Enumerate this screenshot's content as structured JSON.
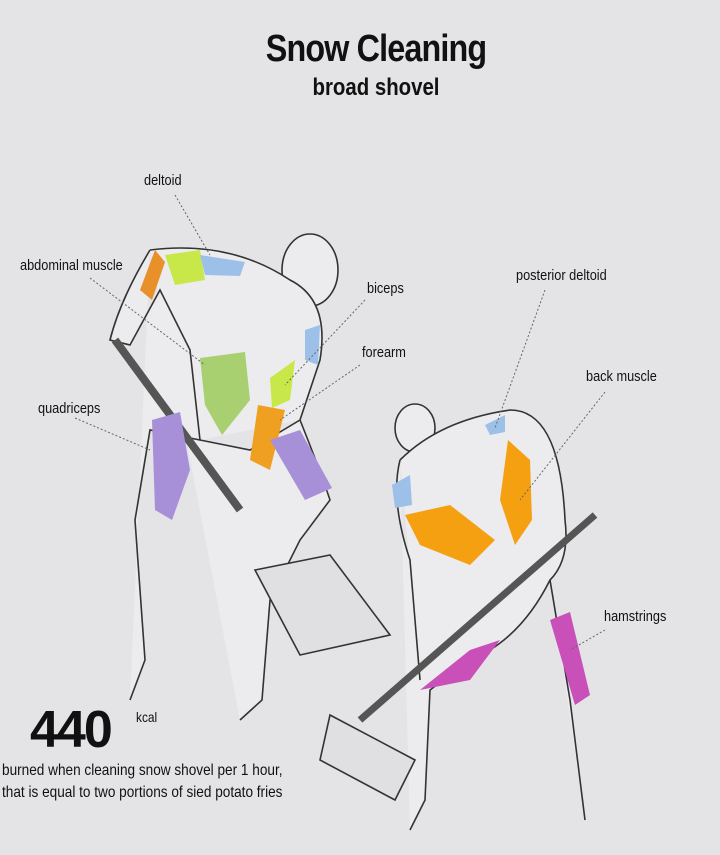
{
  "title": "Snow Cleaning",
  "subtitle": "broad shovel",
  "labels": {
    "deltoid": "deltoid",
    "abdominal": "abdominal muscle",
    "quadriceps": "quadriceps",
    "biceps": "biceps",
    "forearm": "forearm",
    "posterior_deltoid": "posterior deltoid",
    "back_muscle": "back muscle",
    "hamstrings": "hamstrings"
  },
  "calories": {
    "value": "440",
    "unit": "kcal",
    "line1": "burned when cleaning snow shovel per 1 hour,",
    "line2": "that is equal to two portions of sied potato fries"
  },
  "colors": {
    "deltoid_front": "#c8e84a",
    "deltoid_side": "#e8902a",
    "abs": "#a8d070",
    "biceps": "#c8e84a",
    "forearm": "#f0a020",
    "quadriceps": "#a890d8",
    "posterior_deltoid": "#9cc0e8",
    "back": "#f5a010",
    "hamstrings": "#c850b8"
  }
}
